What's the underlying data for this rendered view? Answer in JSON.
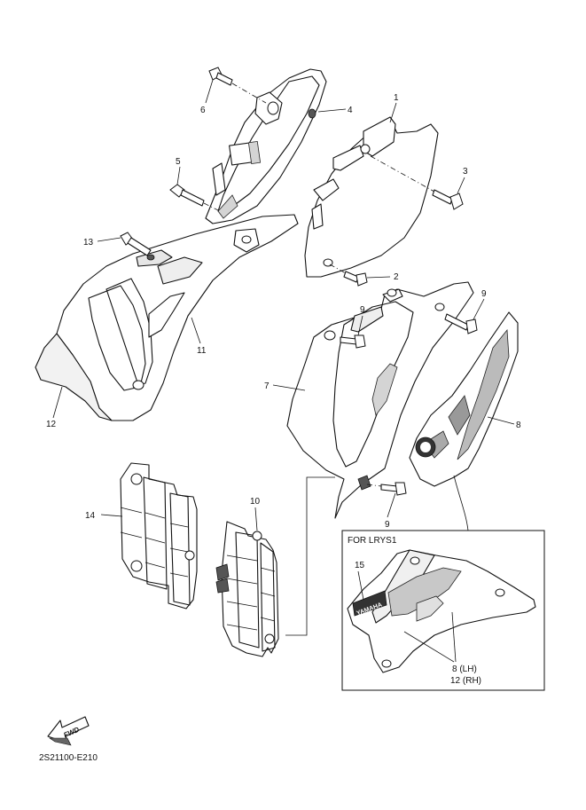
{
  "part_labels": {
    "p1": "1",
    "p2": "2",
    "p3": "3",
    "p4": "4",
    "p5": "5",
    "p6": "6",
    "p7": "7",
    "p8": "8",
    "p9a": "9",
    "p9b": "9",
    "p9c": "9",
    "p10": "10",
    "p11": "11",
    "p12": "12",
    "p13": "13",
    "p14": "14",
    "p15": "15"
  },
  "inset": {
    "title": "FOR LRYS1",
    "label_lh": "8  (LH)",
    "label_rh": "12 (RH)",
    "decal_text": "YAMAHA"
  },
  "fwd_label": "FWD",
  "diagram_code": "2S21100-E210"
}
